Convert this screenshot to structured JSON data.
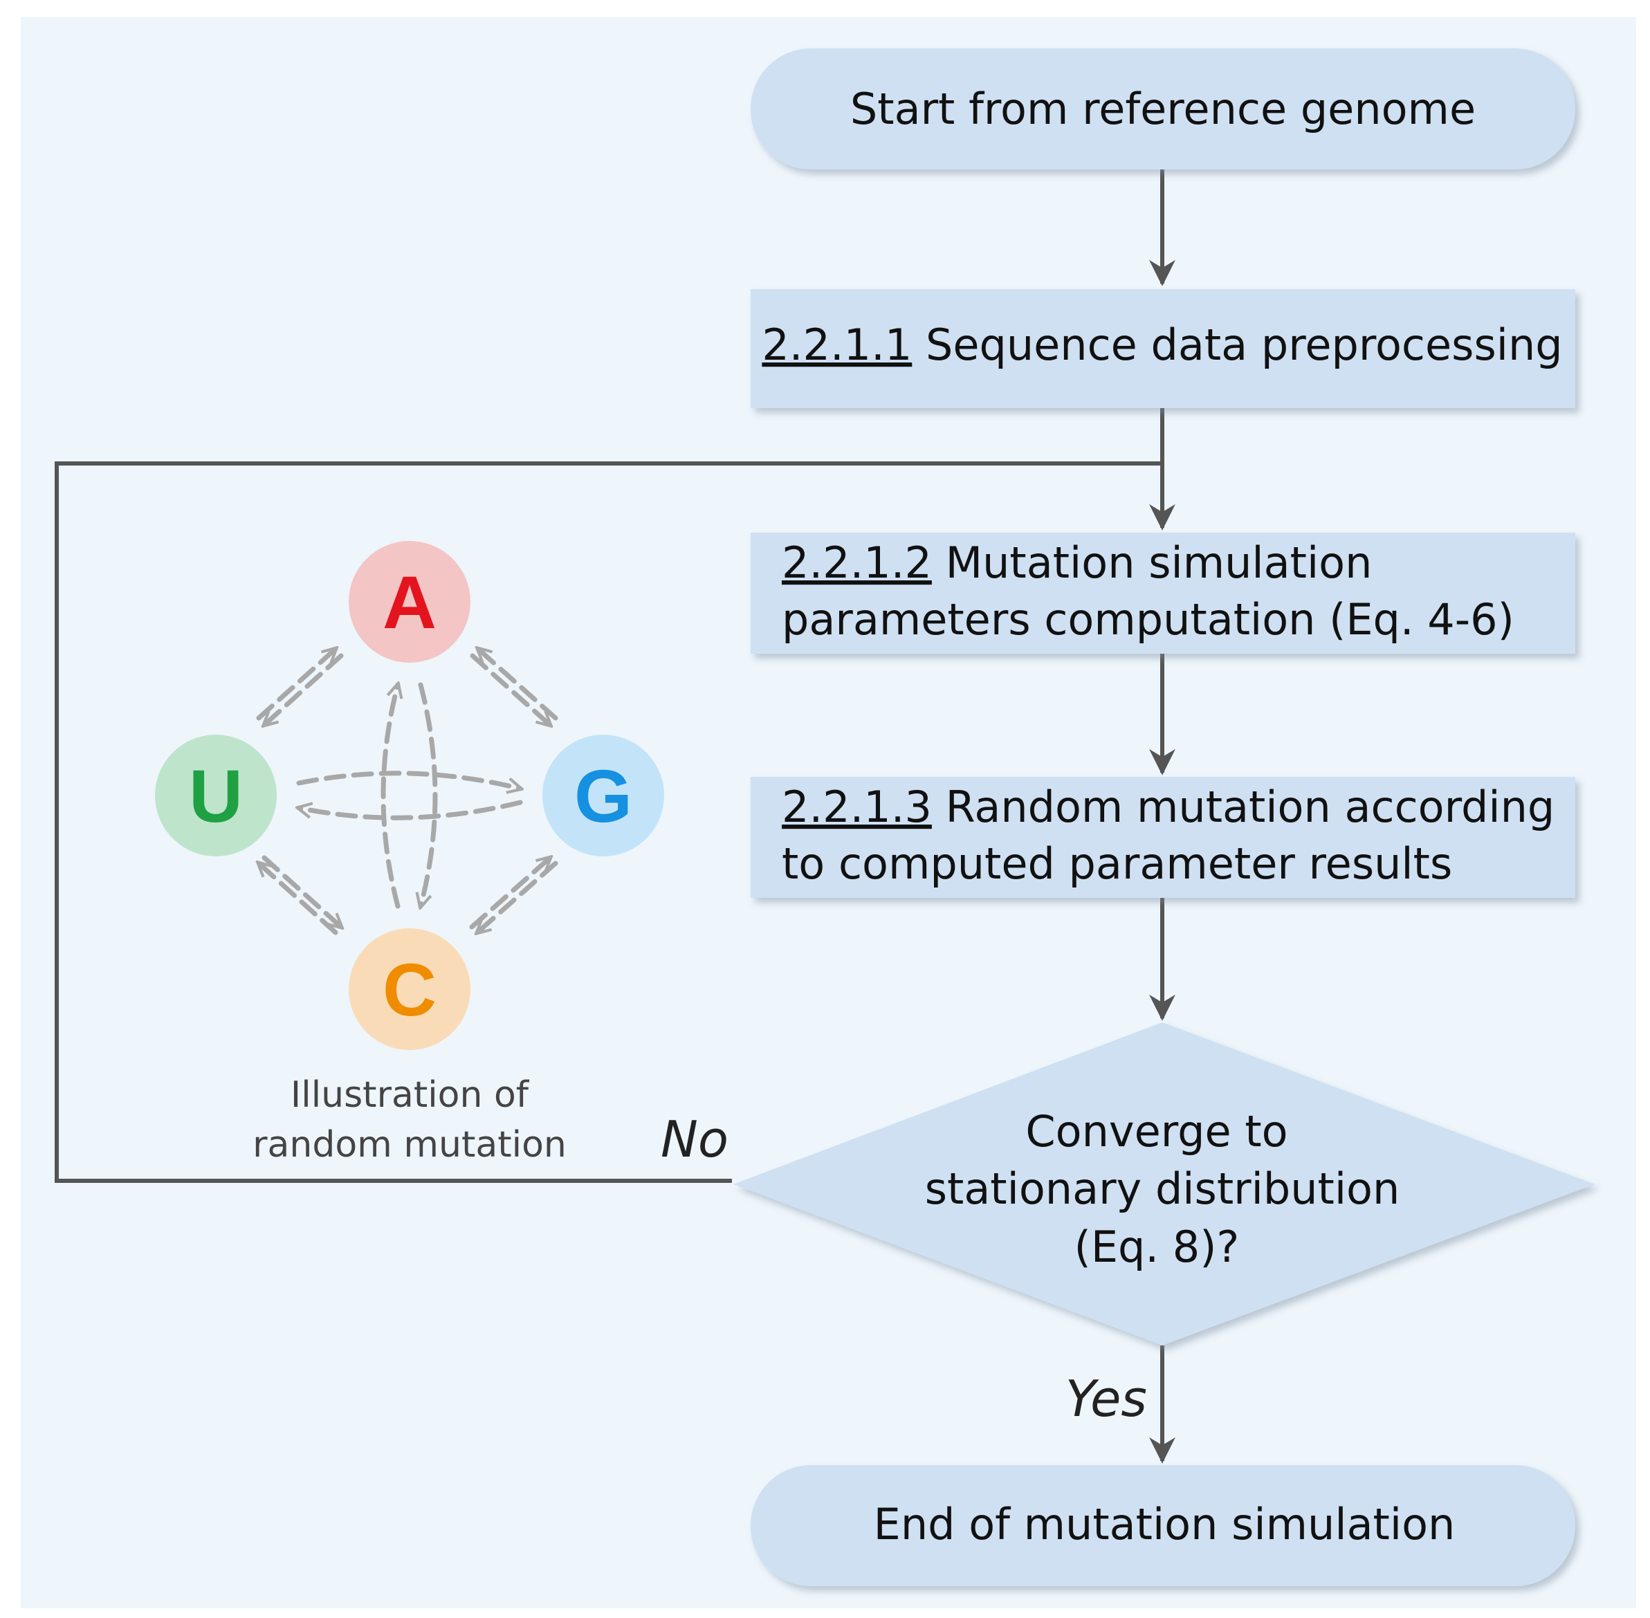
{
  "colors": {
    "background": "#eef5fb",
    "box_fill": "#cfe0f2",
    "line": "#555555",
    "mutation_arrow": "#a8a8a8",
    "nuc_A_fill": "#f4c5c5",
    "nuc_A_text": "#e4141e",
    "nuc_G_fill": "#c3e4f8",
    "nuc_G_text": "#1690e0",
    "nuc_C_fill": "#f9dcb7",
    "nuc_C_text": "#f08c00",
    "nuc_U_fill": "#bfe4cc",
    "nuc_U_text": "#1fa043"
  },
  "nodes": {
    "start": "Start from reference genome",
    "step1": {
      "number": "2.2.1.1",
      "text": " Sequence data preprocessing"
    },
    "step2": {
      "number": "2.2.1.2",
      "line1": " Mutation simulation",
      "line2": "parameters computation (Eq. 4-6)"
    },
    "step3": {
      "number": "2.2.1.3",
      "line1": " Random mutation according",
      "line2": "to computed parameter results"
    },
    "decision": {
      "line1": "Converge to",
      "line2": "stationary distribution",
      "line3": "(Eq. 8)?"
    },
    "end": "End of mutation simulation"
  },
  "branches": {
    "no": "No",
    "yes": "Yes"
  },
  "illustration": {
    "nucleotides": {
      "top": "A",
      "right": "G",
      "bottom": "C",
      "left": "U"
    },
    "caption_line1": "Illustration of",
    "caption_line2": "random mutation"
  }
}
